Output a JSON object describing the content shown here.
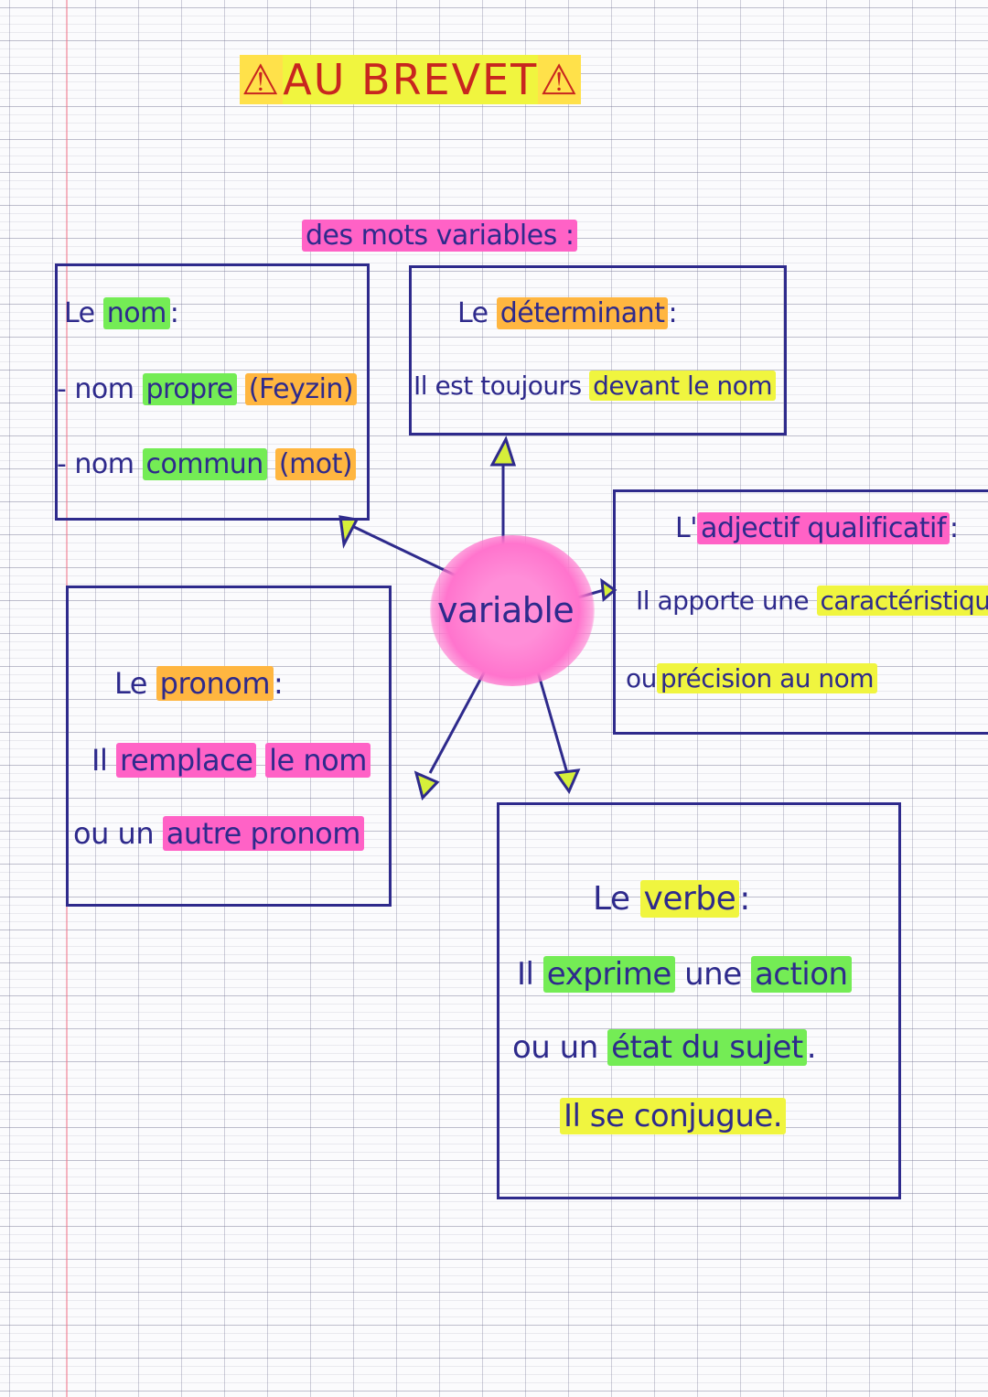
{
  "title": {
    "warning_icon": "warning-triangle-icon",
    "text": "AU BREVET"
  },
  "heading": "des mots variables :",
  "center": "variable",
  "colors": {
    "ink": "#2e2a8c",
    "yellow": "#f0f53f",
    "green": "#74ec55",
    "orange": "#ffb640",
    "pink": "#ff62c6",
    "title_red": "#c8261f"
  },
  "nom": {
    "le": "Le",
    "word": "nom",
    "colon": ":",
    "line1_a": "- nom",
    "line1_b": "propre",
    "line1_c": "(Feyzin)",
    "line2_a": "- nom",
    "line2_b": "commun",
    "line2_c": "(mot)"
  },
  "determinant": {
    "le": "Le",
    "word": "déterminant",
    "colon": ":",
    "line_a": "Il est toujours",
    "line_b": "devant le nom"
  },
  "adjectif": {
    "le": "L'",
    "word": "adjectif qualificatif",
    "colon": ":",
    "line1_a": "Il apporte une",
    "line1_b": "caractéristique",
    "line2_a": "ou",
    "line2_b": "précision au nom"
  },
  "pronom": {
    "le": "Le",
    "word": "pronom",
    "colon": ":",
    "line1_a": "Il",
    "line1_b": "remplace",
    "line1_c": "le nom",
    "line2_a": "ou un",
    "line2_b": "autre pronom"
  },
  "verbe": {
    "le": "Le",
    "word": "verbe",
    "colon": ":",
    "line1_a": "Il",
    "line1_b": "exprime",
    "line1_c": "une",
    "line1_d": "action",
    "line2_a": "ou un",
    "line2_b": "état du sujet",
    "line2_c": ".",
    "line3": "Il se conjugue."
  }
}
